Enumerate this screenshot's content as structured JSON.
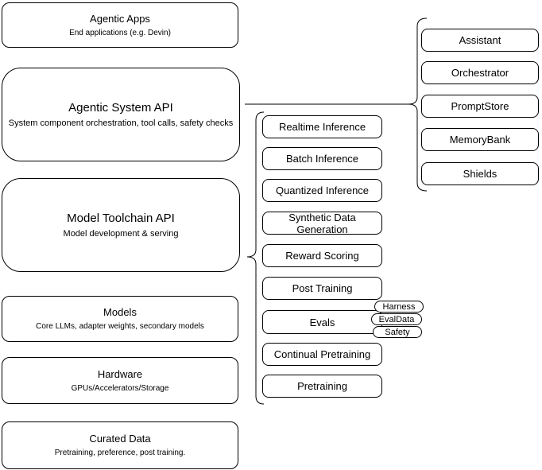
{
  "diagram": {
    "stack_nodes": [
      {
        "title": "Agentic Apps",
        "subtitle": "End applications (e.g. Devin)"
      },
      {
        "title": "Agentic System API",
        "subtitle": "System component orchestration, tool calls, safety checks"
      },
      {
        "title": "Model Toolchain API",
        "subtitle": "Model development & serving"
      },
      {
        "title": "Models",
        "subtitle": "Core LLMs, adapter weights, secondary models"
      },
      {
        "title": "Hardware",
        "subtitle": "GPUs/Accelerators/Storage"
      },
      {
        "title": "Curated Data",
        "subtitle": "Pretraining, preference, post training."
      }
    ],
    "toolchain_components": [
      "Realtime Inference",
      "Batch Inference",
      "Quantized Inference",
      "Synthetic Data Generation",
      "Reward Scoring",
      "Post Training",
      "Evals",
      "Continual Pretraining",
      "Pretraining"
    ],
    "eval_tags": [
      "Harness",
      "EvalData",
      "Safety"
    ],
    "system_components": [
      "Assistant",
      "Orchestrator",
      "PromptStore",
      "MemoryBank",
      "Shields"
    ],
    "colors": {
      "stroke": "#000000",
      "fill": "#ffffff",
      "text": "#000000"
    }
  }
}
